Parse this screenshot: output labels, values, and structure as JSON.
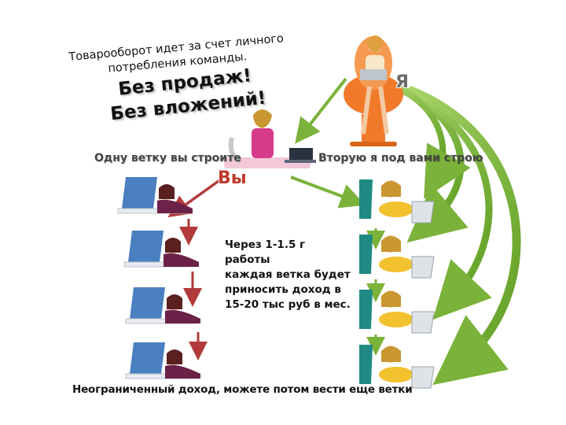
{
  "headline": {
    "line1": "Товарооборот идет за счет личного",
    "line2": "потребления команды."
  },
  "slogans": {
    "no_sales": "Без продаж!",
    "no_investment": "Без вложений!"
  },
  "branches": {
    "left_label": "Одну ветку вы строите",
    "right_label": "Вторую я под вами строю"
  },
  "roles": {
    "you": "Вы",
    "me": "Я"
  },
  "note": {
    "line1": "Через  1-1.5 г работы",
    "line2": "каждая ветка будет",
    "line3": "приносить доход  в",
    "line4": "15-20 тыс руб в мес."
  },
  "footer": "Неограниченный доход, можете потом  вести еще ветки",
  "colors": {
    "red_arrow": "#b23a3a",
    "green_arrow": "#7bb23a",
    "laptop_blue": "#4a7fc0",
    "teal_legs": "#1f8a83",
    "yellow_shirt": "#f2c12e",
    "chair_orange": "#f07a2a"
  }
}
